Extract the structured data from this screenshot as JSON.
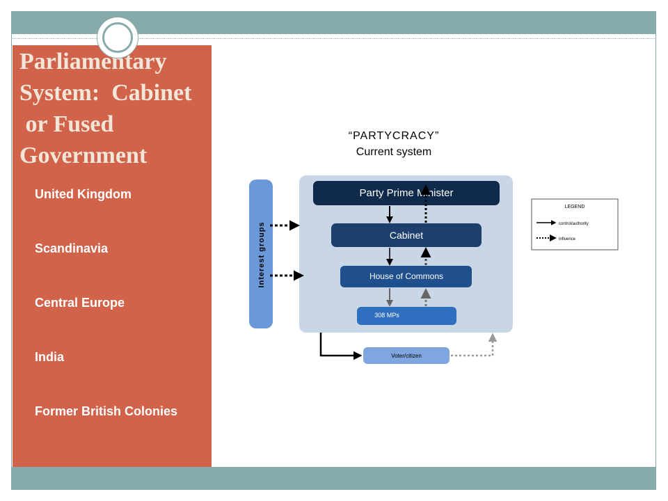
{
  "slide": {
    "title_lines": [
      "Parliamentary",
      "System:  Cabinet",
      " or Fused",
      "Government"
    ],
    "countries": [
      "United Kingdom",
      "Scandinavia",
      "Central Europe",
      "India",
      "Former British Colonies"
    ]
  },
  "diagram": {
    "heading": "“PARTYCRACY”",
    "subheading": "Current system",
    "nodes": {
      "prime_minister": "Party Prime Minister",
      "cabinet": "Cabinet",
      "house_of_commons": "House of Commons",
      "mps": "308 MPs",
      "voter": "Voter/citizen",
      "interest_groups": "Interest groups"
    },
    "legend": {
      "title": "LEGEND",
      "control": "control/authority",
      "influence": "influence"
    }
  },
  "colors": {
    "band": "#87aaaa",
    "panel": "#d1634b",
    "title_text": "#f1e6d8",
    "navy": "#0f2a4a",
    "blue_mid": "#1f4f8c",
    "blue_light": "#2f6fc0",
    "blue_pale": "#7fa6df",
    "container": "#c8d6e6"
  }
}
